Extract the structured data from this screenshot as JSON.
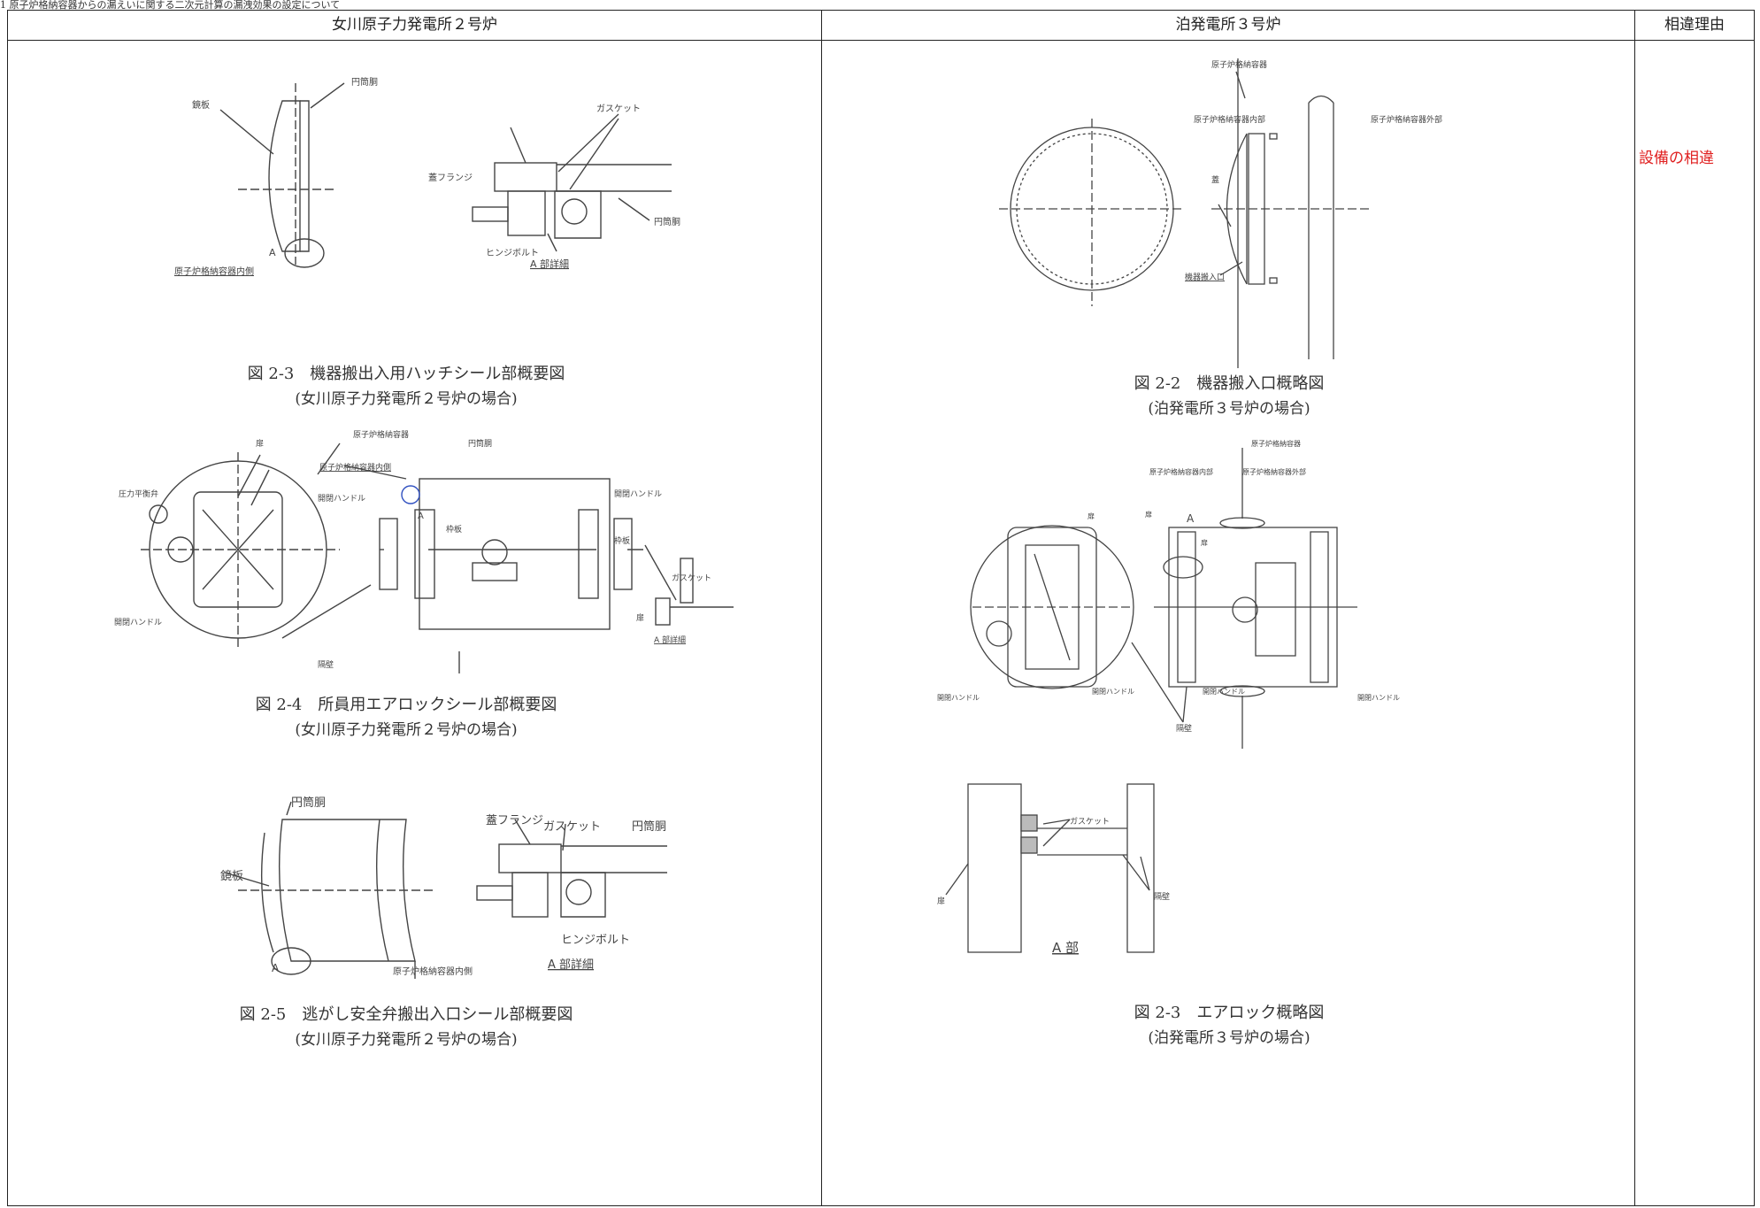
{
  "header": {
    "title": "1 原子炉格納容器からの漏えいに関する二次元計算の漏洩効果の設定について"
  },
  "columns": [
    {
      "label": "女川原子力発電所２号炉"
    },
    {
      "label": "泊発電所３号炉"
    },
    {
      "label": "相違理由"
    }
  ],
  "onagawa": {
    "fig23": {
      "caption": "図 2-3　機器搬出入用ハッチシール部概要図",
      "sub": "(女川原子力発電所２号炉の場合)",
      "labels": {
        "mirror_plate": "鏡板",
        "cyl_body": "円筒胴",
        "gasket": "ガスケット",
        "lid_flange": "蓋フランジ",
        "hinge_bolt": "ヒンジボルト",
        "cyl_body2": "円筒胴",
        "point_a": "A",
        "inside": "原子炉格納容器内側",
        "detail": "A 部詳細"
      }
    },
    "fig24": {
      "caption": "図 2-4　所員用エアロックシール部概要図",
      "sub": "(女川原子力発電所２号炉の場合)",
      "labels": {
        "door": "扉",
        "pressure_balance": "圧力平衡弁",
        "rpv": "原子炉格納容器",
        "cyl": "円筒胴",
        "inside": "原子炉格納容器内側",
        "handle1": "開閉ハンドル",
        "handle2": "開閉ハンドル",
        "handle3": "開閉ハンドル",
        "partition": "隔壁",
        "frame": "枠板",
        "frame2": "枠板",
        "gasket": "ガスケット",
        "door2": "扉",
        "detail": "A 部詳細",
        "point_a": "A"
      }
    },
    "fig25": {
      "caption": "図 2-5　逃がし安全弁搬出入口シール部概要図",
      "sub": "(女川原子力発電所２号炉の場合)",
      "labels": {
        "cyl_body": "円筒胴",
        "mirror": "鏡板",
        "lid_flange": "蓋フランジ",
        "gasket": "ガスケット",
        "cyl_body2": "円筒胴",
        "hinge_bolt": "ヒンジボルト",
        "detail": "A 部詳細",
        "point_a": "A",
        "inside": "原子炉格納容器内側"
      }
    }
  },
  "tomari": {
    "fig22": {
      "caption": "図 2-2　機器搬入口概略図",
      "sub": "(泊発電所３号炉の場合)",
      "labels": {
        "rpv": "原子炉格納容器",
        "inside": "原子炉格納容器内部",
        "outside": "原子炉格納容器外部",
        "lid": "蓋",
        "entrance": "機器搬入口"
      }
    },
    "fig23": {
      "caption": "図 2-3　エアロック概略図",
      "sub": "(泊発電所３号炉の場合)",
      "labels": {
        "rpv": "原子炉格納容器",
        "inside": "原子炉格納容器内部",
        "outside": "原子炉格納容器外部",
        "door1": "扉",
        "door2": "扉",
        "door3": "扉",
        "point_a": "A",
        "handle1": "開閉ハンドル",
        "handle2": "開閉ハンドル",
        "handle3": "開閉ハンドル",
        "handle4": "開閉ハンドル",
        "partition": "隔壁",
        "gasket": "ガスケット",
        "door4": "扉",
        "partition2": "隔壁",
        "a_part": "A 部"
      }
    }
  },
  "reason": {
    "note": "設備の相違"
  }
}
